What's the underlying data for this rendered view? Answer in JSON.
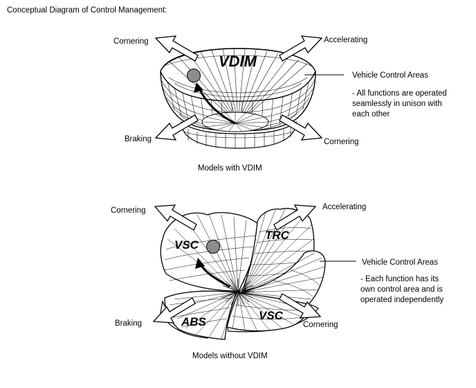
{
  "page_title": "Conceptual Diagram of Control Management:",
  "top": {
    "center_label": "VDIM",
    "labels": {
      "cornering_left": "Cornering",
      "accelerating": "Accelerating",
      "braking": "Braking",
      "cornering_right": "Cornering"
    },
    "area_label": "Vehicle Control Areas",
    "note": "- All functions are operated\nseamlessly in unison with\neach other",
    "caption": "Models with VDIM"
  },
  "bottom": {
    "segments": {
      "vsc_top": "VSC",
      "trc": "TRC",
      "abs": "ABS",
      "vsc_bottom": "VSC"
    },
    "labels": {
      "cornering_left": "Cornering",
      "accelerating": "Accelerating",
      "braking": "Braking",
      "cornering_right": "Cornering"
    },
    "area_label": "Vehicle Control Areas",
    "note": "- Each function has its\nown control area and is\noperated independently",
    "caption": "Models without VDIM"
  }
}
